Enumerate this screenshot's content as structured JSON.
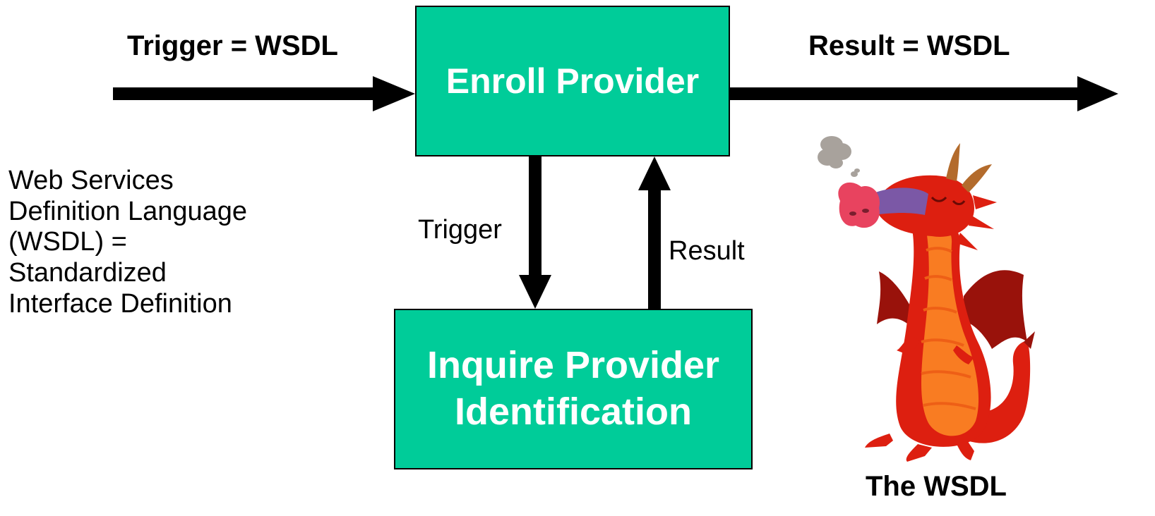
{
  "flow": {
    "trigger_top": "Trigger = WSDL",
    "result_top": "Result =  WSDL",
    "trigger_mid": "Trigger",
    "result_mid": "Result"
  },
  "boxes": {
    "enroll": "Enroll Provider",
    "inquire_line1": "Inquire Provider",
    "inquire_line2": "Identification"
  },
  "description": {
    "line1": "Web Services",
    "line2": "Definition Language",
    "line3": "(WSDL) =",
    "line4": "Standardized",
    "line5": "Interface Definition"
  },
  "mascot": {
    "caption": "The WSDL",
    "icon": "dragon-icon"
  },
  "colors": {
    "box_fill": "#00cc99",
    "box_text": "#ffffff",
    "arrow": "#000000",
    "dragon_body": "#dd1f10",
    "dragon_belly": "#f97c22",
    "dragon_snout": "#e8435f",
    "dragon_mask": "#7b58a6",
    "dragon_horn": "#b36b2c",
    "dragon_wing": "#99120b"
  }
}
